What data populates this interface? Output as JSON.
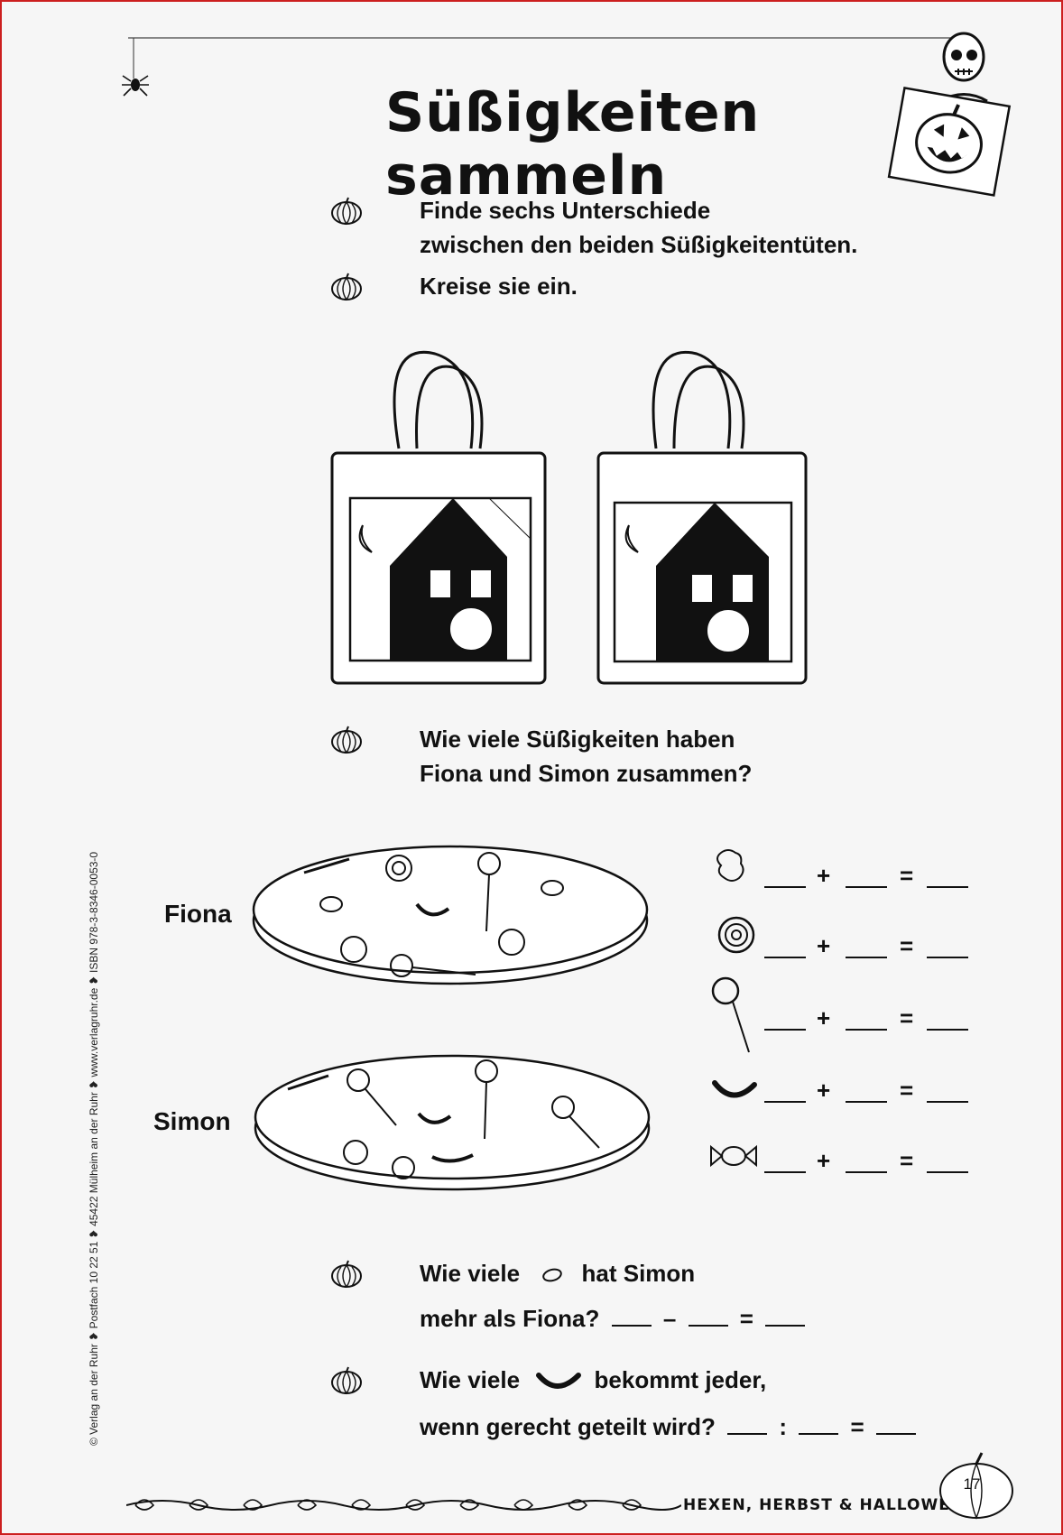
{
  "title": "Süßigkeiten sammeln",
  "tasks": {
    "t1_line1": "Finde sechs Unterschiede",
    "t1_line2": "zwischen den beiden Süßigkeitentüten.",
    "t2": "Kreise sie ein.",
    "t3_line1": "Wie viele Süßigkeiten haben",
    "t3_line2": "Fiona und Simon zusammen?",
    "t4_part1": "Wie viele",
    "t4_part2": "hat Simon",
    "t4_line2": "mehr als Fiona?",
    "t5_part1": "Wie viele",
    "t5_part2": "bekommt jeder,",
    "t5_line2": "wenn gerecht geteilt wird?"
  },
  "names": {
    "fiona": "Fiona",
    "simon": "Simon"
  },
  "operators": {
    "plus": "+",
    "equals": "=",
    "minus": "–",
    "divide": ":"
  },
  "sidebar_text": "© Verlag an der Ruhr  ❥  Postfach 10 22 51  ❥  45422 Mülheim an der Ruhr  ❥  www.verlagruhr.de  ❥  ISBN 978-3-8346-0053-0",
  "footer": {
    "series": "HEXEN, HERBST & HALLOWEEN",
    "page_number": "17"
  }
}
